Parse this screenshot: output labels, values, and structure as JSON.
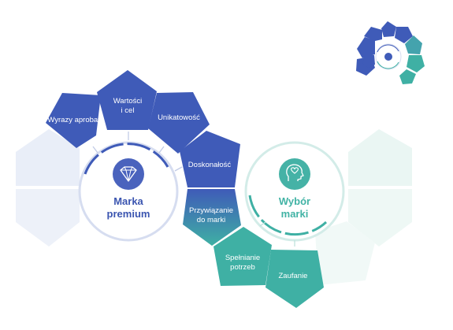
{
  "colors": {
    "blue": "#3f5bb8",
    "blue_ghost": "#e9eef8",
    "teal": "#3fb0a4",
    "teal_ghost": "#eaf6f3",
    "mid": "#3d86b0",
    "ring_blue": "#c9d3ec",
    "ring_teal": "#c6e7e2",
    "hub_blue_text": "#3b55b0",
    "hub_teal_text": "#42b3a5"
  },
  "premium": {
    "title_line1": "Marka",
    "title_line2": "premium",
    "icon": "diamond-icon"
  },
  "choice": {
    "title_line1": "Wybór",
    "title_line2": "marki",
    "icon": "head-heart-icon"
  },
  "segments": [
    {
      "id": "wyrazy",
      "lines": [
        "Wyrazy aprobaty"
      ],
      "tone": "blue"
    },
    {
      "id": "wartosci",
      "lines": [
        "Wartości",
        "i cel"
      ],
      "tone": "blue"
    },
    {
      "id": "unikatowosc",
      "lines": [
        "Unikatowość"
      ],
      "tone": "blue"
    },
    {
      "id": "doskonalosc",
      "lines": [
        "Doskonałość"
      ],
      "tone": "blue"
    },
    {
      "id": "przywiazanie",
      "lines": [
        "Przywiązanie",
        "do marki"
      ],
      "tone": "mid"
    },
    {
      "id": "spelnianie",
      "lines": [
        "Spełnianie",
        "potrzeb"
      ],
      "tone": "teal"
    },
    {
      "id": "zaufanie",
      "lines": [
        "Zaufanie"
      ],
      "tone": "teal"
    }
  ]
}
